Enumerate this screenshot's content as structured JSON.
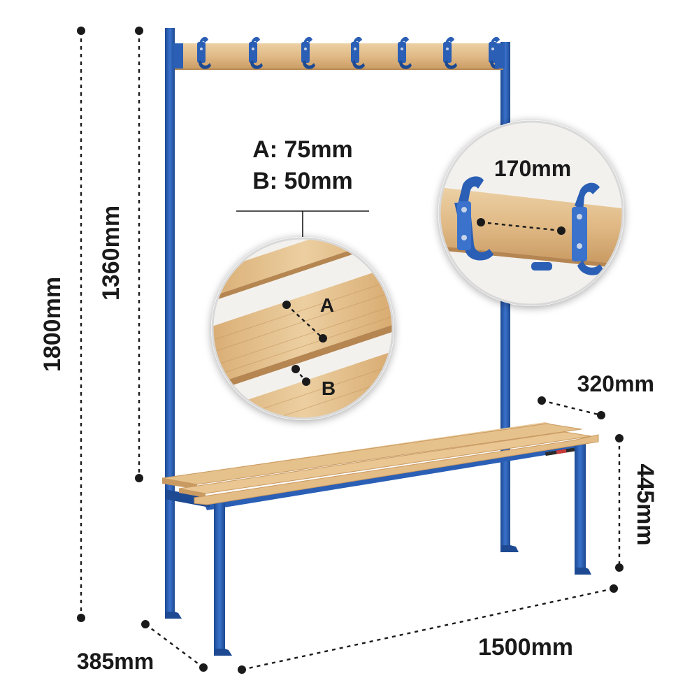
{
  "dimensions": {
    "overall_height": "1800mm",
    "hook_rail_height": "1360mm",
    "seat_depth": "320mm",
    "seat_height": "445mm",
    "length": "1500mm",
    "floor_depth": "385mm",
    "hook_spacing": "170mm"
  },
  "slat_spec": {
    "line_a": "A: 75mm",
    "line_b": "B: 50mm",
    "marker_a": "A",
    "marker_b": "B"
  },
  "colors": {
    "frame": "#2a5fb5",
    "frame_dark": "#1d4a92",
    "wood": "#e3bf8c",
    "wood_dark": "#c99a62",
    "dimension_line": "#1a1a1a"
  }
}
